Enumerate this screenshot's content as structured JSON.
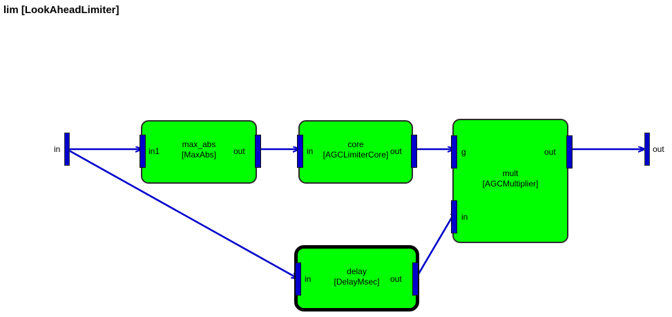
{
  "diagram": {
    "title": "lim [LookAheadLimiter]",
    "colors": {
      "block_fill": "#00ff00",
      "block_border": "#2b2b2b",
      "selected_border": "#000000",
      "port": "#0000cc",
      "wire": "#0000cc",
      "background": "#ffffff",
      "text": "#000000"
    },
    "terminals": [
      {
        "name": "in",
        "label": "in",
        "kind": "input"
      },
      {
        "name": "out",
        "label": "out",
        "kind": "output"
      }
    ],
    "blocks": [
      {
        "id": "max_abs",
        "name": "max_abs",
        "type": "[MaxAbs]",
        "selected": false,
        "ports": [
          {
            "id": "in1",
            "label": "in1",
            "side": "left"
          },
          {
            "id": "out",
            "label": "out",
            "side": "right"
          }
        ]
      },
      {
        "id": "core",
        "name": "core",
        "type": "[AGCLimiterCore]",
        "selected": false,
        "ports": [
          {
            "id": "in",
            "label": "in",
            "side": "left"
          },
          {
            "id": "out",
            "label": "out",
            "side": "right"
          }
        ]
      },
      {
        "id": "mult",
        "name": "mult",
        "type": "[AGCMultiplier]",
        "selected": false,
        "ports": [
          {
            "id": "g",
            "label": "g",
            "side": "left"
          },
          {
            "id": "in",
            "label": "in",
            "side": "left"
          },
          {
            "id": "out",
            "label": "out",
            "side": "right"
          }
        ]
      },
      {
        "id": "delay",
        "name": "delay",
        "type": "[DelayMsec]",
        "selected": true,
        "ports": [
          {
            "id": "in",
            "label": "in",
            "side": "left"
          },
          {
            "id": "out",
            "label": "out",
            "side": "right"
          }
        ]
      }
    ],
    "connections": [
      {
        "from": "in",
        "to": "max_abs.in1"
      },
      {
        "from": "in",
        "to": "delay.in"
      },
      {
        "from": "max_abs.out",
        "to": "core.in"
      },
      {
        "from": "core.out",
        "to": "mult.g"
      },
      {
        "from": "delay.out",
        "to": "mult.in"
      },
      {
        "from": "mult.out",
        "to": "out"
      }
    ]
  }
}
